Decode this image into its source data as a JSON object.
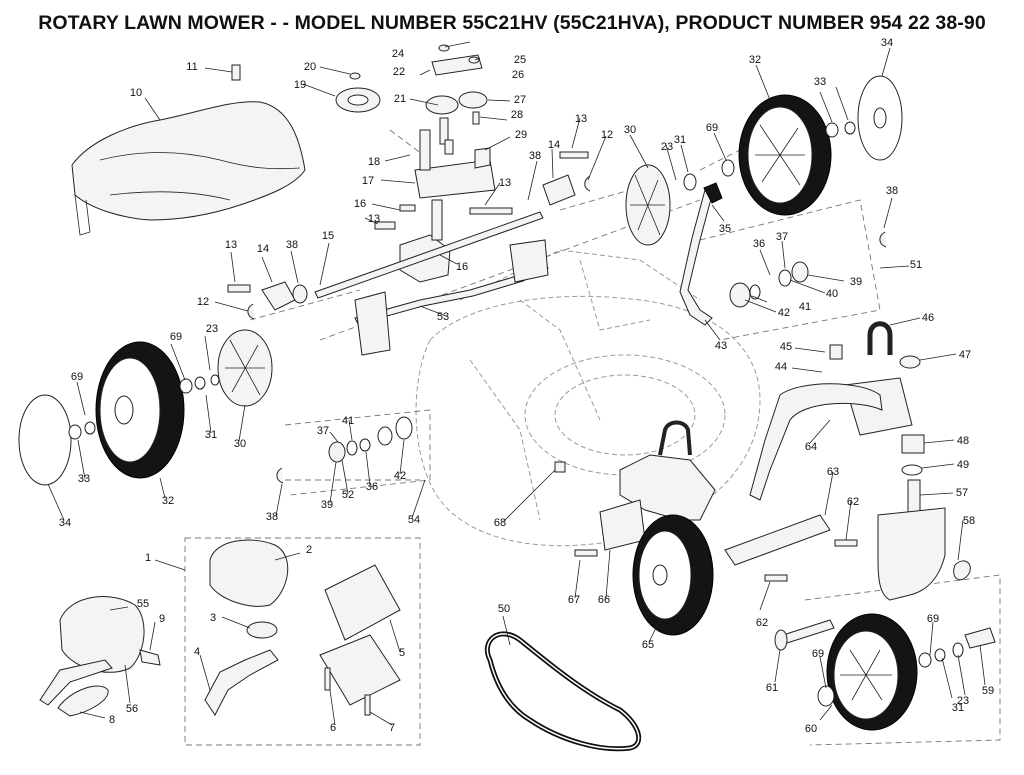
{
  "title": "ROTARY LAWN MOWER - - MODEL NUMBER 55C21HV (55C21HVA), PRODUCT NUMBER 954 22 38-90",
  "icons": [
    "front-wheel-icon",
    "rear-wheel-icon",
    "drive-belt-icon",
    "deck-outline-icon"
  ],
  "parts": [
    {
      "n": "1"
    },
    {
      "n": "2"
    },
    {
      "n": "3"
    },
    {
      "n": "4"
    },
    {
      "n": "5"
    },
    {
      "n": "6"
    },
    {
      "n": "7"
    },
    {
      "n": "8"
    },
    {
      "n": "9"
    },
    {
      "n": "10"
    },
    {
      "n": "11"
    },
    {
      "n": "12"
    },
    {
      "n": "12"
    },
    {
      "n": "13"
    },
    {
      "n": "13"
    },
    {
      "n": "13"
    },
    {
      "n": "13"
    },
    {
      "n": "14"
    },
    {
      "n": "14"
    },
    {
      "n": "15"
    },
    {
      "n": "16"
    },
    {
      "n": "16"
    },
    {
      "n": "17"
    },
    {
      "n": "18"
    },
    {
      "n": "19"
    },
    {
      "n": "20"
    },
    {
      "n": "21"
    },
    {
      "n": "22"
    },
    {
      "n": "23"
    },
    {
      "n": "23"
    },
    {
      "n": "23"
    },
    {
      "n": "24"
    },
    {
      "n": "25"
    },
    {
      "n": "26"
    },
    {
      "n": "27"
    },
    {
      "n": "28"
    },
    {
      "n": "29"
    },
    {
      "n": "30"
    },
    {
      "n": "30"
    },
    {
      "n": "31"
    },
    {
      "n": "31"
    },
    {
      "n": "31"
    },
    {
      "n": "32"
    },
    {
      "n": "32"
    },
    {
      "n": "33"
    },
    {
      "n": "33"
    },
    {
      "n": "34"
    },
    {
      "n": "34"
    },
    {
      "n": "35"
    },
    {
      "n": "36"
    },
    {
      "n": "36"
    },
    {
      "n": "37"
    },
    {
      "n": "37"
    },
    {
      "n": "38"
    },
    {
      "n": "38"
    },
    {
      "n": "38"
    },
    {
      "n": "38"
    },
    {
      "n": "39"
    },
    {
      "n": "39"
    },
    {
      "n": "40"
    },
    {
      "n": "41"
    },
    {
      "n": "41"
    },
    {
      "n": "42"
    },
    {
      "n": "42"
    },
    {
      "n": "43"
    },
    {
      "n": "44"
    },
    {
      "n": "45"
    },
    {
      "n": "46"
    },
    {
      "n": "47"
    },
    {
      "n": "48"
    },
    {
      "n": "49"
    },
    {
      "n": "50"
    },
    {
      "n": "51"
    },
    {
      "n": "52"
    },
    {
      "n": "53"
    },
    {
      "n": "54"
    },
    {
      "n": "55"
    },
    {
      "n": "56"
    },
    {
      "n": "57"
    },
    {
      "n": "58"
    },
    {
      "n": "59"
    },
    {
      "n": "60"
    },
    {
      "n": "61"
    },
    {
      "n": "62"
    },
    {
      "n": "62"
    },
    {
      "n": "63"
    },
    {
      "n": "64"
    },
    {
      "n": "65"
    },
    {
      "n": "66"
    },
    {
      "n": "67"
    },
    {
      "n": "68"
    },
    {
      "n": "69"
    },
    {
      "n": "69"
    },
    {
      "n": "69"
    },
    {
      "n": "69"
    },
    {
      "n": "69"
    }
  ]
}
